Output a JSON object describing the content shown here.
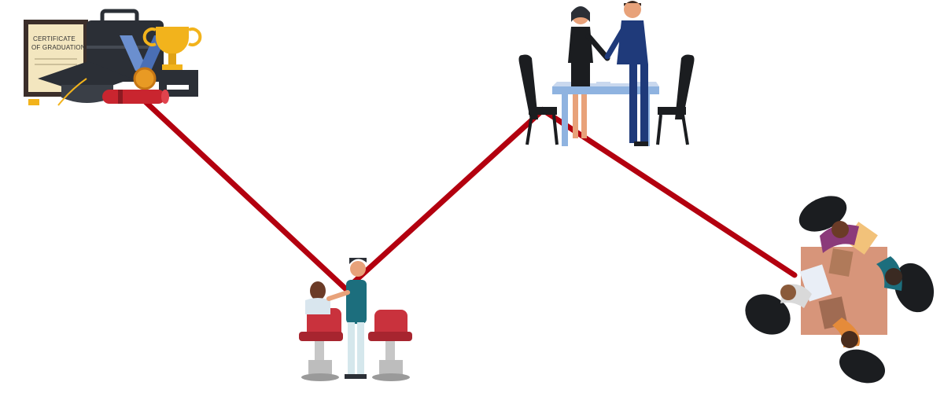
{
  "certificate": {
    "line1": "CERTIFICATE",
    "line2": "OF GRADUATION"
  },
  "colors": {
    "path": "#b3000f",
    "dark": "#2b2f36",
    "suit_navy": "#1f3a7a",
    "gold": "#f2b31c",
    "chair_red": "#c9323d",
    "table_blue": "#8fb3e0",
    "table_top": "#c9d8ee",
    "teal": "#1c6e7d",
    "orange": "#e58b3a",
    "skin": "#e8a27a"
  },
  "stages": [
    "education-achievements",
    "barber-job",
    "business-handshake",
    "team-meeting"
  ]
}
